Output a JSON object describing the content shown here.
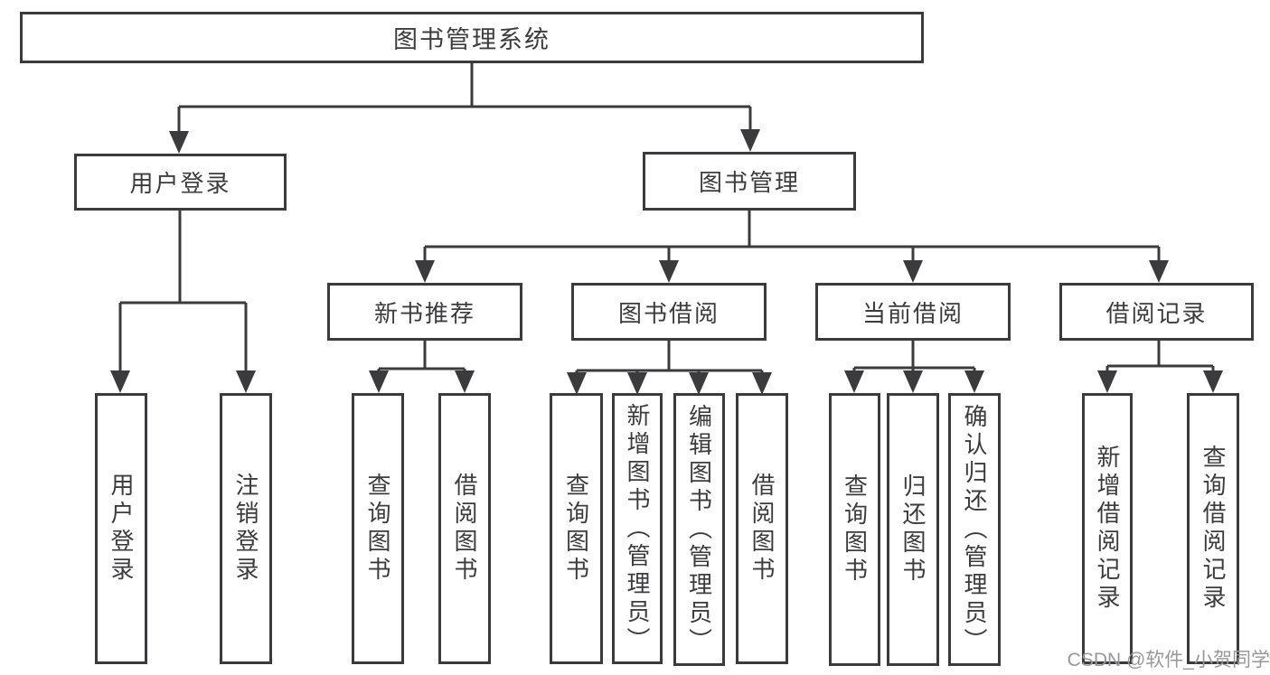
{
  "diagram": {
    "root": {
      "label": "图书管理系统"
    },
    "level2": [
      {
        "id": "user-login",
        "label": "用户登录"
      },
      {
        "id": "book-management",
        "label": "图书管理"
      }
    ],
    "level3": [
      {
        "id": "new-book-recommend",
        "label": "新书推荐"
      },
      {
        "id": "book-borrow",
        "label": "图书借阅"
      },
      {
        "id": "current-borrow",
        "label": "当前借阅"
      },
      {
        "id": "borrow-record",
        "label": "借阅记录"
      }
    ],
    "leaves": [
      {
        "id": "user-login-leaf",
        "label": "用户登录"
      },
      {
        "id": "logout",
        "label": "注销登录"
      },
      {
        "id": "query-books-recommend",
        "label": "查询图书"
      },
      {
        "id": "borrow-books-recommend",
        "label": "借阅图书"
      },
      {
        "id": "query-books-borrow",
        "label": "查询图书"
      },
      {
        "id": "add-books-admin",
        "label": "新增图书（管理员）"
      },
      {
        "id": "edit-books-admin",
        "label": "编辑图书（管理员）"
      },
      {
        "id": "borrow-books",
        "label": "借阅图书"
      },
      {
        "id": "query-books-current",
        "label": "查询图书"
      },
      {
        "id": "return-books",
        "label": "归还图书"
      },
      {
        "id": "confirm-return-admin",
        "label": "确认归还（管理员）"
      },
      {
        "id": "add-borrow-record",
        "label": "新增借阅记录"
      },
      {
        "id": "query-borrow-record",
        "label": "查询借阅记录"
      }
    ]
  },
  "watermark": {
    "text": "CSDN @软件_小贺同学"
  },
  "colors": {
    "line": "#3b3b3d",
    "box_border": "#3b3b3d",
    "text": "#3c3c3e",
    "watermark": "#98989c",
    "background": "#ffffff"
  }
}
